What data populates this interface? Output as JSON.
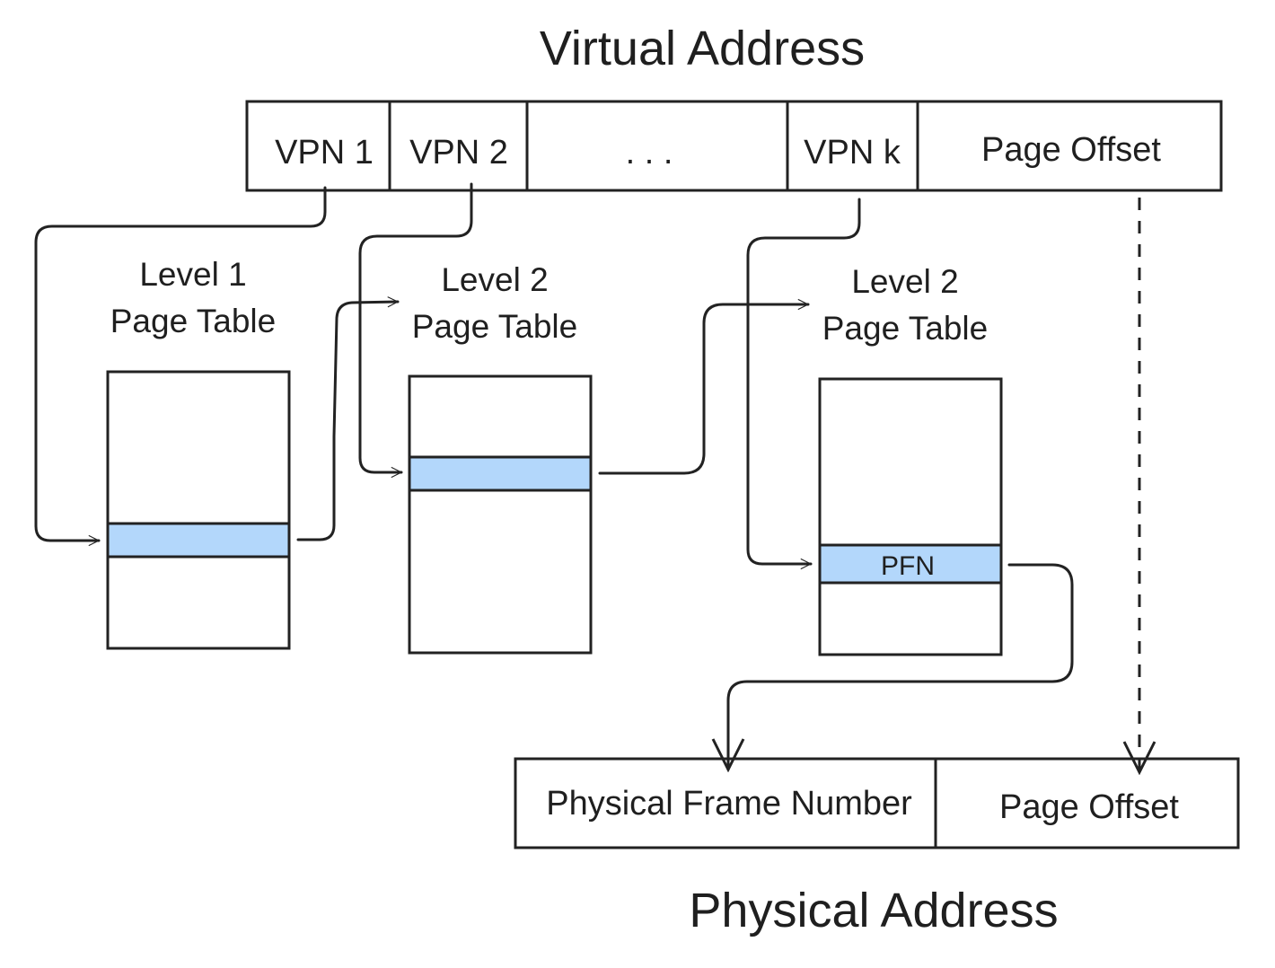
{
  "virtual_address": {
    "title": "Virtual Address",
    "fields": [
      "VPN 1",
      "VPN 2",
      ". . .",
      "VPN k",
      "Page Offset"
    ]
  },
  "page_tables": [
    {
      "line1": "Level 1",
      "line2": "Page Table",
      "entry_label": ""
    },
    {
      "line1": "Level 2",
      "line2": "Page Table",
      "entry_label": ""
    },
    {
      "line1": "Level 2",
      "line2": "Page Table",
      "entry_label": "PFN"
    }
  ],
  "physical_address": {
    "title": "Physical Address",
    "fields": [
      "Physical Frame Number",
      "Page Offset"
    ]
  },
  "colors": {
    "entry_fill": "#b3d7fb",
    "stroke": "#222222"
  }
}
